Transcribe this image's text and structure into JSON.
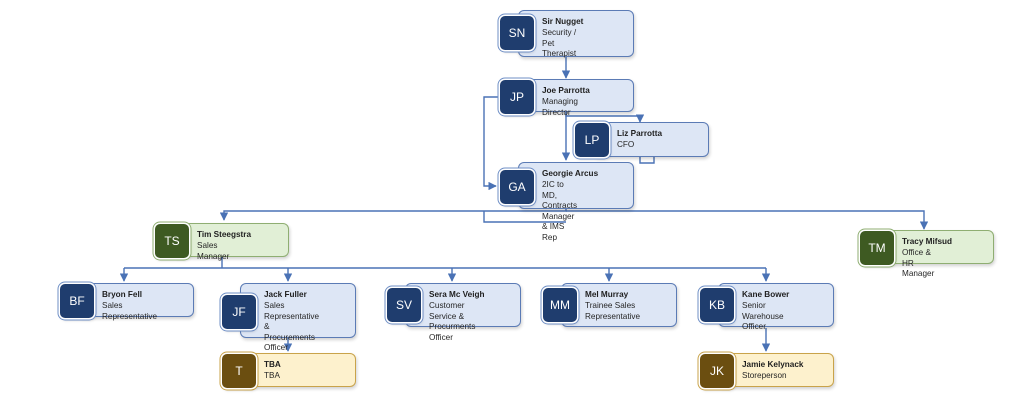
{
  "colors": {
    "connector": "#4a72b5",
    "blue_card": "#dde6f5",
    "blue_badge": "#1f3d6e",
    "green_card": "#e1efd6",
    "green_badge": "#3e5a22",
    "gold_card": "#fdf1cd",
    "gold_badge": "#6b4e10"
  },
  "people": {
    "sn": {
      "initials": "SN",
      "name": "Sir Nugget",
      "role": "Security / Pet\nTherapist",
      "theme": "blue"
    },
    "jp": {
      "initials": "JP",
      "name": "Joe Parrotta",
      "role": "Managing Director",
      "theme": "blue"
    },
    "lp": {
      "initials": "LP",
      "name": "Liz Parrotta",
      "role": "CFO",
      "theme": "blue"
    },
    "ga": {
      "initials": "GA",
      "name": "Georgie Arcus",
      "role": "2IC to MD, Contracts\nManager & IMS Rep",
      "theme": "blue"
    },
    "ts": {
      "initials": "TS",
      "name": "Tim Steegstra",
      "role": "Sales Manager",
      "theme": "green"
    },
    "tm": {
      "initials": "TM",
      "name": "Tracy Mifsud",
      "role": "Office & HR Manager",
      "theme": "green"
    },
    "bf": {
      "initials": "BF",
      "name": "Bryon Fell",
      "role": "Sales Representative",
      "theme": "blue"
    },
    "jf": {
      "initials": "JF",
      "name": "Jack Fuller",
      "role": "Sales Representative\n& Procurements\nOfficer",
      "theme": "blue"
    },
    "sv": {
      "initials": "SV",
      "name": "Sera Mc Veigh",
      "role": "Customer Service &\nProcurments Officer",
      "theme": "blue"
    },
    "mm": {
      "initials": "MM",
      "name": "Mel Murray",
      "role": "Trainee Sales\nRepresentative",
      "theme": "blue"
    },
    "kb": {
      "initials": "KB",
      "name": "Kane Bower",
      "role": "Senior Warehouse\nOfficer",
      "theme": "blue"
    },
    "t": {
      "initials": "T",
      "name": "TBA",
      "role": "TBA",
      "theme": "gold"
    },
    "jk": {
      "initials": "JK",
      "name": "Jamie Kelynack",
      "role": "Storeperson",
      "theme": "gold"
    }
  },
  "reporting_lines": [
    {
      "from": "Sir Nugget",
      "to": "Joe Parrotta"
    },
    {
      "from": "Joe Parrotta",
      "to": "Liz Parrotta"
    },
    {
      "from": "Joe Parrotta",
      "to": "Georgie Arcus"
    },
    {
      "from": "Georgie Arcus",
      "to": "Tim Steegstra"
    },
    {
      "from": "Georgie Arcus",
      "to": "Tracy Mifsud"
    },
    {
      "from": "Tim Steegstra",
      "to": "Bryon Fell"
    },
    {
      "from": "Tim Steegstra",
      "to": "Jack Fuller"
    },
    {
      "from": "Tim Steegstra",
      "to": "Sera Mc Veigh"
    },
    {
      "from": "Tim Steegstra",
      "to": "Mel Murray"
    },
    {
      "from": "Tim Steegstra",
      "to": "Kane Bower"
    },
    {
      "from": "Jack Fuller",
      "to": "TBA"
    },
    {
      "from": "Kane Bower",
      "to": "Jamie Kelynack"
    }
  ]
}
